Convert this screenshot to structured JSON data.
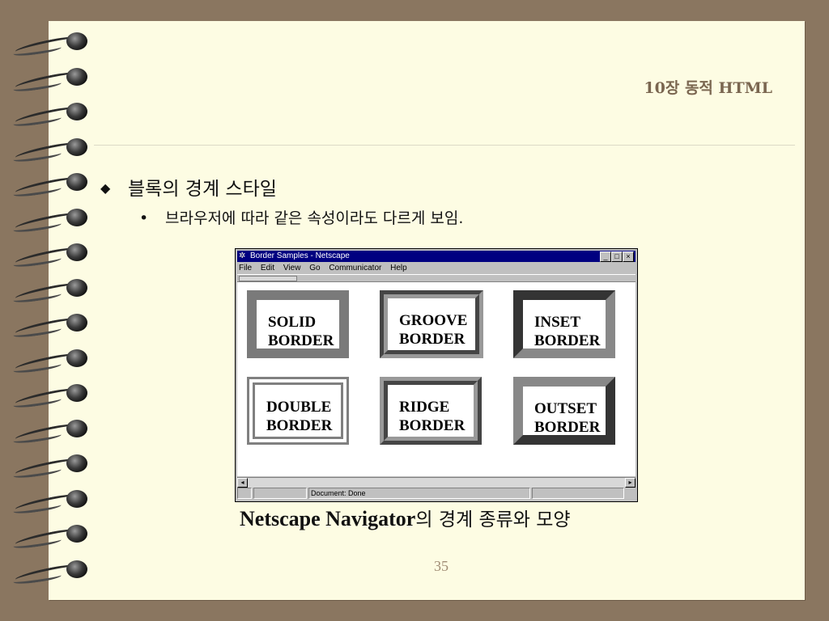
{
  "header": {
    "chapter_title": "10장  동적 HTML"
  },
  "bullets": [
    {
      "marker": "◆",
      "text": "블록의 경계 스타일"
    },
    {
      "marker": "•",
      "text": "브라우저에 따라 같은 속성이라도 다르게 보임."
    }
  ],
  "caption": {
    "serif_part": "Netscape Navigator",
    "korean_part": "의 경계 종류와 모양"
  },
  "page_number": "35",
  "browser": {
    "window_title": "Border Samples - Netscape",
    "menu": [
      "File",
      "Edit",
      "View",
      "Go",
      "Communicator",
      "Help"
    ],
    "window_buttons": [
      "_",
      "□",
      "×"
    ],
    "samples": [
      {
        "line1": "SOLID",
        "line2": "BORDER"
      },
      {
        "line1": "GROOVE",
        "line2": "BORDER"
      },
      {
        "line1": "INSET",
        "line2": "BORDER"
      },
      {
        "line1": "DOUBLE",
        "line2": "BORDER"
      },
      {
        "line1": "RIDGE",
        "line2": "BORDER"
      },
      {
        "line1": "OUTSET",
        "line2": "BORDER"
      }
    ],
    "status_text": "Document: Done",
    "scroll_left": "◂",
    "scroll_right": "▸"
  },
  "colors": {
    "background": "#8a7660",
    "paper": "#fdfce3",
    "title": "#7a6650",
    "titlebar": "#000080"
  }
}
